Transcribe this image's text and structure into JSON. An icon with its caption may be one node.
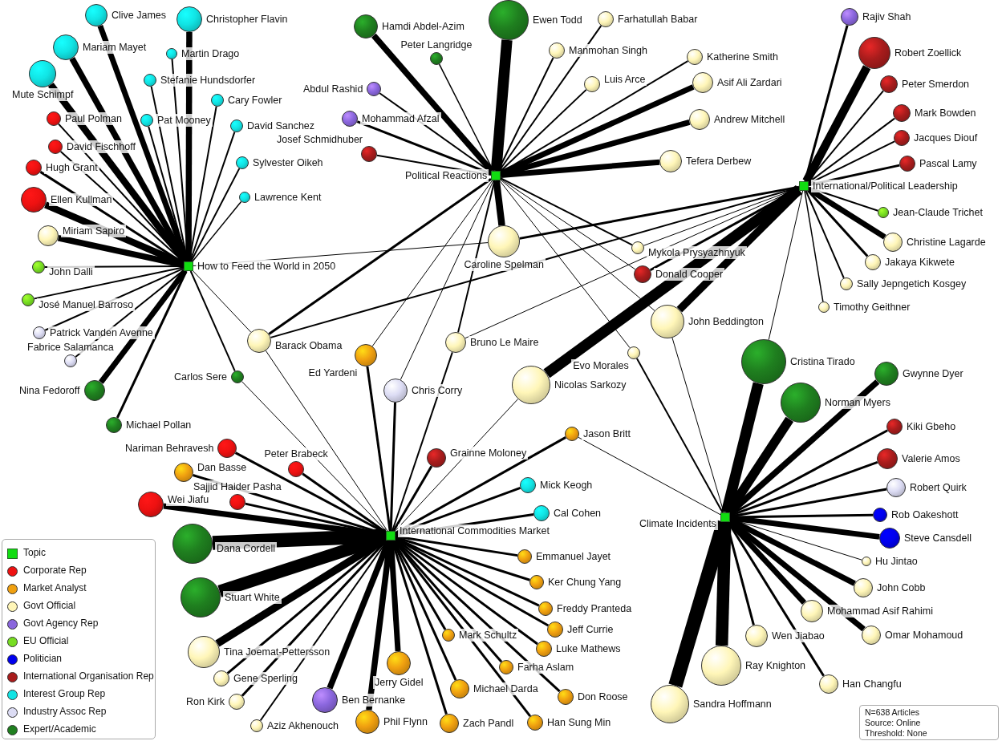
{
  "diagram": {
    "nodes": [
      {
        "text": [],
        "shape": "box",
        "beside": [
          "How to Feed the World in 2050"
        ]
      },
      {
        "text": [],
        "shape": "box",
        "beside": [
          "Political Reactions"
        ]
      },
      {
        "text": [],
        "shape": "box",
        "beside": [
          "International/Political Leadership"
        ]
      },
      {
        "text": [],
        "shape": "box",
        "beside": [
          "International Commodities Market"
        ]
      },
      {
        "text": [],
        "shape": "box",
        "beside": [
          "Climate Incidents"
        ]
      },
      {
        "text": [],
        "shape": "circle",
        "beside": [
          "Clive James"
        ]
      },
      {
        "text": [],
        "shape": "circle",
        "beside": [
          "Christopher Flavin"
        ]
      },
      {
        "text": [],
        "shape": "circle",
        "beside": [
          "Mariam Mayet"
        ]
      },
      {
        "text": [],
        "shape": "circle",
        "beside": [
          "Martin Drago"
        ]
      },
      {
        "text": [],
        "shape": "circle",
        "beside": [
          "Mute Schimpf"
        ]
      },
      {
        "text": [],
        "shape": "circle",
        "beside": [
          "Stefanie Hundsdorfer"
        ]
      },
      {
        "text": [],
        "shape": "circle",
        "beside": [
          "Cary Fowler"
        ]
      },
      {
        "text": [],
        "shape": "circle",
        "beside": [
          "Paul Polman"
        ]
      },
      {
        "text": [],
        "shape": "circle",
        "beside": [
          "Pat Mooney"
        ]
      },
      {
        "text": [],
        "shape": "circle",
        "beside": [
          "David Sanchez"
        ]
      },
      {
        "text": [],
        "shape": "circle",
        "beside": [
          "David Fischhoff"
        ]
      },
      {
        "text": [],
        "shape": "circle",
        "beside": [
          "Hugh Grant"
        ]
      },
      {
        "text": [],
        "shape": "circle",
        "beside": [
          "Sylvester Oikeh"
        ]
      },
      {
        "text": [],
        "shape": "circle",
        "beside": [
          "Ellen Kullman"
        ]
      },
      {
        "text": [],
        "shape": "circle",
        "beside": [
          "Lawrence Kent"
        ]
      },
      {
        "text": [],
        "shape": "circle",
        "beside": [
          "Miriam Sapiro"
        ]
      },
      {
        "text": [],
        "shape": "circle",
        "beside": [
          "John Dalli"
        ]
      },
      {
        "text": [],
        "shape": "circle",
        "beside": [
          "José Manuel Barroso"
        ]
      },
      {
        "text": [],
        "shape": "circle",
        "beside": [
          "Patrick Vanden Avenne"
        ]
      },
      {
        "text": [],
        "shape": "circle",
        "beside": [
          "Fabrice Salamanca"
        ]
      },
      {
        "text": [],
        "shape": "circle",
        "beside": [
          "Nina Fedoroff"
        ]
      },
      {
        "text": [],
        "shape": "circle",
        "beside": [
          "Michael Pollan"
        ]
      },
      {
        "text": [],
        "shape": "circle",
        "beside": [
          "Carlos Sere"
        ]
      },
      {
        "text": [],
        "shape": "circle",
        "beside": [
          "Barack Obama"
        ]
      },
      {
        "text": [],
        "shape": "circle",
        "beside": [
          "Hamdi Abdel-Azim"
        ]
      },
      {
        "text": [],
        "shape": "circle",
        "beside": [
          "Ewen Todd"
        ]
      },
      {
        "text": [],
        "shape": "circle",
        "beside": [
          "Farhatullah Babar"
        ]
      },
      {
        "text": [],
        "shape": "circle",
        "beside": [
          "Peter Langridge"
        ]
      },
      {
        "text": [],
        "shape": "circle",
        "beside": [
          "Manmohan Singh"
        ]
      },
      {
        "text": [],
        "shape": "circle",
        "beside": [
          "Katherine Smith"
        ]
      },
      {
        "text": [],
        "shape": "circle",
        "beside": [
          "Abdul Rashid"
        ]
      },
      {
        "text": [],
        "shape": "circle",
        "beside": [
          "Luis Arce"
        ]
      },
      {
        "text": [],
        "shape": "circle",
        "beside": [
          "Asif Ali Zardari"
        ]
      },
      {
        "text": [],
        "shape": "circle",
        "beside": [
          "Mohammad Afzal"
        ]
      },
      {
        "text": [],
        "shape": "circle",
        "beside": [
          "Andrew Mitchell"
        ]
      },
      {
        "text": [],
        "shape": "circle",
        "beside": [
          "Josef Schmidhuber"
        ]
      },
      {
        "text": [],
        "shape": "circle",
        "beside": [
          "Tefera Derbew"
        ]
      },
      {
        "text": [],
        "shape": "circle",
        "beside": [
          "Caroline Spelman"
        ]
      },
      {
        "text": [],
        "shape": "circle",
        "beside": [
          "Mykola Prysyazhnyuk"
        ]
      },
      {
        "text": [],
        "shape": "circle",
        "beside": [
          "Donald Cooper"
        ]
      },
      {
        "text": [],
        "shape": "circle",
        "beside": [
          "John Beddington"
        ]
      },
      {
        "text": [],
        "shape": "circle",
        "beside": [
          "Evo Morales"
        ]
      },
      {
        "text": [],
        "shape": "circle",
        "beside": [
          "Rajiv Shah"
        ]
      },
      {
        "text": [],
        "shape": "circle",
        "beside": [
          "Robert Zoellick"
        ]
      },
      {
        "text": [],
        "shape": "circle",
        "beside": [
          "Peter Smerdon"
        ]
      },
      {
        "text": [],
        "shape": "circle",
        "beside": [
          "Mark Bowden"
        ]
      },
      {
        "text": [],
        "shape": "circle",
        "beside": [
          "Jacques Diouf"
        ]
      },
      {
        "text": [],
        "shape": "circle",
        "beside": [
          "Pascal Lamy"
        ]
      },
      {
        "text": [],
        "shape": "circle",
        "beside": [
          "Jean-Claude Trichet"
        ]
      },
      {
        "text": [],
        "shape": "circle",
        "beside": [
          "Christine Lagarde"
        ]
      },
      {
        "text": [],
        "shape": "circle",
        "beside": [
          "Jakaya Kikwete"
        ]
      },
      {
        "text": [],
        "shape": "circle",
        "beside": [
          "Sally Jepngetich Kosgey"
        ]
      },
      {
        "text": [],
        "shape": "circle",
        "beside": [
          "Timothy Geithner"
        ]
      },
      {
        "text": [],
        "shape": "circle",
        "beside": [
          "Ed Yardeni"
        ]
      },
      {
        "text": [],
        "shape": "circle",
        "beside": [
          "Bruno Le Maire"
        ]
      },
      {
        "text": [],
        "shape": "circle",
        "beside": [
          "Chris Corry"
        ]
      },
      {
        "text": [],
        "shape": "circle",
        "beside": [
          "Nicolas Sarkozy"
        ]
      },
      {
        "text": [],
        "shape": "circle",
        "beside": [
          "Cristina Tirado"
        ]
      },
      {
        "text": [],
        "shape": "circle",
        "beside": [
          "Gwynne Dyer"
        ]
      },
      {
        "text": [],
        "shape": "circle",
        "beside": [
          "Norman Myers"
        ]
      },
      {
        "text": [],
        "shape": "circle",
        "beside": [
          "Jason Britt"
        ]
      },
      {
        "text": [],
        "shape": "circle",
        "beside": [
          "Grainne Moloney"
        ]
      },
      {
        "text": [],
        "shape": "circle",
        "beside": [
          "Kiki Gbeho"
        ]
      },
      {
        "text": [],
        "shape": "circle",
        "beside": [
          "Valerie Amos"
        ]
      },
      {
        "text": [],
        "shape": "circle",
        "beside": [
          "Nariman Behravesh"
        ]
      },
      {
        "text": [],
        "shape": "circle",
        "beside": [
          "Dan Basse"
        ]
      },
      {
        "text": [],
        "shape": "circle",
        "beside": [
          "Peter Brabeck"
        ]
      },
      {
        "text": [],
        "shape": "circle",
        "beside": [
          "Mick Keogh"
        ]
      },
      {
        "text": [],
        "shape": "circle",
        "beside": [
          "Robert Quirk"
        ]
      },
      {
        "text": [],
        "shape": "circle",
        "beside": [
          "Wei Jiafu"
        ]
      },
      {
        "text": [],
        "shape": "circle",
        "beside": [
          "Sajjid Haider Pasha"
        ]
      },
      {
        "text": [],
        "shape": "circle",
        "beside": [
          "Cal Cohen"
        ]
      },
      {
        "text": [],
        "shape": "circle",
        "beside": [
          "Rob Oakeshott"
        ]
      },
      {
        "text": [],
        "shape": "circle",
        "beside": [
          "Steve Cansdell"
        ]
      },
      {
        "text": [],
        "shape": "circle",
        "beside": [
          "Dana Cordell"
        ]
      },
      {
        "text": [],
        "shape": "circle",
        "beside": [
          "Emmanuel Jayet"
        ]
      },
      {
        "text": [],
        "shape": "circle",
        "beside": [
          "Hu Jintao"
        ]
      },
      {
        "text": [],
        "shape": "circle",
        "beside": [
          "Ker Chung Yang"
        ]
      },
      {
        "text": [],
        "shape": "circle",
        "beside": [
          "John Cobb"
        ]
      },
      {
        "text": [],
        "shape": "circle",
        "beside": [
          "Stuart White"
        ]
      },
      {
        "text": [],
        "shape": "circle",
        "beside": [
          "Freddy Pranteda"
        ]
      },
      {
        "text": [],
        "shape": "circle",
        "beside": [
          "Mohammad Asif Rahimi"
        ]
      },
      {
        "text": [],
        "shape": "circle",
        "beside": [
          "Jeff Currie"
        ]
      },
      {
        "text": [],
        "shape": "circle",
        "beside": [
          "Mark Schultz"
        ]
      },
      {
        "text": [],
        "shape": "circle",
        "beside": [
          "Wen Jiabao"
        ]
      },
      {
        "text": [],
        "shape": "circle",
        "beside": [
          "Omar Mohamoud"
        ]
      },
      {
        "text": [],
        "shape": "circle",
        "beside": [
          "Luke Mathews"
        ]
      },
      {
        "text": [],
        "shape": "circle",
        "beside": [
          "Tina Joemat-Pettersson"
        ]
      },
      {
        "text": [],
        "shape": "circle",
        "beside": [
          "Jerry Gidel"
        ]
      },
      {
        "text": [],
        "shape": "circle",
        "beside": [
          "Ray Knighton"
        ]
      },
      {
        "text": [],
        "shape": "circle",
        "beside": [
          "Farha Aslam"
        ]
      },
      {
        "text": [],
        "shape": "circle",
        "beside": [
          "Gene Sperling"
        ]
      },
      {
        "text": [],
        "shape": "circle",
        "beside": [
          "Han Changfu"
        ]
      },
      {
        "text": [],
        "shape": "circle",
        "beside": [
          "Michael Darda"
        ]
      },
      {
        "text": [],
        "shape": "circle",
        "beside": [
          "Don Roose"
        ]
      },
      {
        "text": [],
        "shape": "circle",
        "beside": [
          "Ben Bernanke"
        ]
      },
      {
        "text": [],
        "shape": "circle",
        "beside": [
          "Ron Kirk"
        ]
      },
      {
        "text": [],
        "shape": "circle",
        "beside": [
          "Sandra Hoffmann"
        ]
      },
      {
        "text": [],
        "shape": "circle",
        "beside": [
          "Han Sung Min"
        ]
      },
      {
        "text": [],
        "shape": "circle",
        "beside": [
          "Phil Flynn"
        ]
      },
      {
        "text": [],
        "shape": "circle",
        "beside": [
          "Zach Pandl"
        ]
      },
      {
        "text": [],
        "shape": "circle",
        "beside": [
          "Aziz Akhenouch"
        ]
      }
    ],
    "edges": [
      {
        "from": 5,
        "to": 0,
        "arrow": "none",
        "style": "thick"
      },
      {
        "from": 6,
        "to": 0,
        "arrow": "none",
        "style": "thick"
      },
      {
        "from": 7,
        "to": 0,
        "arrow": "none",
        "style": "thick"
      },
      {
        "from": 8,
        "to": 0,
        "arrow": "none"
      },
      {
        "from": 9,
        "to": 0,
        "arrow": "none",
        "style": "thick"
      },
      {
        "from": 10,
        "to": 0,
        "arrow": "none"
      },
      {
        "from": 11,
        "to": 0,
        "arrow": "none"
      },
      {
        "from": 12,
        "to": 0,
        "arrow": "none"
      },
      {
        "from": 13,
        "to": 0,
        "arrow": "none"
      },
      {
        "from": 14,
        "to": 0,
        "arrow": "none"
      },
      {
        "from": 15,
        "to": 0,
        "arrow": "none"
      },
      {
        "from": 16,
        "to": 0,
        "arrow": "none"
      },
      {
        "from": 17,
        "to": 0,
        "arrow": "none"
      },
      {
        "from": 18,
        "to": 0,
        "arrow": "none",
        "style": "thick"
      },
      {
        "from": 19,
        "to": 0,
        "arrow": "none"
      },
      {
        "from": 20,
        "to": 0,
        "arrow": "none",
        "style": "thick"
      },
      {
        "from": 21,
        "to": 0,
        "arrow": "none"
      },
      {
        "from": 22,
        "to": 0,
        "arrow": "none"
      },
      {
        "from": 23,
        "to": 0,
        "arrow": "none"
      },
      {
        "from": 24,
        "to": 0,
        "arrow": "none"
      },
      {
        "from": 25,
        "to": 0,
        "arrow": "none",
        "style": "thick"
      },
      {
        "from": 26,
        "to": 0,
        "arrow": "none"
      },
      {
        "from": 27,
        "to": 0,
        "arrow": "none"
      },
      {
        "from": 27,
        "to": 3,
        "arrow": "none"
      },
      {
        "from": 28,
        "to": 0,
        "arrow": "none"
      },
      {
        "from": 28,
        "to": 1,
        "arrow": "none"
      },
      {
        "from": 28,
        "to": 2,
        "arrow": "none"
      },
      {
        "from": 28,
        "to": 3,
        "arrow": "none"
      },
      {
        "from": 29,
        "to": 1,
        "arrow": "none",
        "style": "thick"
      },
      {
        "from": 30,
        "to": 1,
        "arrow": "none",
        "style": "thick"
      },
      {
        "from": 31,
        "to": 1,
        "arrow": "none"
      },
      {
        "from": 32,
        "to": 1,
        "arrow": "none"
      },
      {
        "from": 33,
        "to": 1,
        "arrow": "none"
      },
      {
        "from": 34,
        "to": 1,
        "arrow": "none"
      },
      {
        "from": 35,
        "to": 1,
        "arrow": "none"
      },
      {
        "from": 36,
        "to": 1,
        "arrow": "none"
      },
      {
        "from": 37,
        "to": 1,
        "arrow": "none",
        "style": "thick"
      },
      {
        "from": 38,
        "to": 1,
        "arrow": "none"
      },
      {
        "from": 39,
        "to": 1,
        "arrow": "none",
        "style": "thick"
      },
      {
        "from": 40,
        "to": 1,
        "arrow": "none"
      },
      {
        "from": 41,
        "to": 1,
        "arrow": "none",
        "style": "thick"
      },
      {
        "from": 42,
        "to": 1,
        "arrow": "none",
        "style": "thick"
      },
      {
        "from": 42,
        "to": 0,
        "arrow": "none"
      },
      {
        "from": 42,
        "to": 2,
        "arrow": "none"
      },
      {
        "from": 43,
        "to": 1,
        "arrow": "none"
      },
      {
        "from": 43,
        "to": 2,
        "arrow": "none"
      },
      {
        "from": 44,
        "to": 1,
        "arrow": "none"
      },
      {
        "from": 44,
        "to": 2,
        "arrow": "none"
      },
      {
        "from": 45,
        "to": 2,
        "arrow": "none",
        "style": "thick"
      },
      {
        "from": 45,
        "to": 1,
        "arrow": "none"
      },
      {
        "from": 45,
        "to": 4,
        "arrow": "none"
      },
      {
        "from": 46,
        "to": 1,
        "arrow": "none"
      },
      {
        "from": 46,
        "to": 4,
        "arrow": "none"
      },
      {
        "from": 47,
        "to": 2,
        "arrow": "none"
      },
      {
        "from": 48,
        "to": 2,
        "arrow": "none",
        "style": "thick"
      },
      {
        "from": 49,
        "to": 2,
        "arrow": "none"
      },
      {
        "from": 50,
        "to": 2,
        "arrow": "none"
      },
      {
        "from": 51,
        "to": 2,
        "arrow": "none"
      },
      {
        "from": 52,
        "to": 2,
        "arrow": "none"
      },
      {
        "from": 53,
        "to": 2,
        "arrow": "none"
      },
      {
        "from": 54,
        "to": 2,
        "arrow": "none",
        "style": "thick"
      },
      {
        "from": 55,
        "to": 2,
        "arrow": "none"
      },
      {
        "from": 56,
        "to": 2,
        "arrow": "none"
      },
      {
        "from": 57,
        "to": 2,
        "arrow": "none"
      },
      {
        "from": 58,
        "to": 3,
        "arrow": "none"
      },
      {
        "from": 58,
        "to": 1,
        "arrow": "none"
      },
      {
        "from": 59,
        "to": 1,
        "arrow": "none"
      },
      {
        "from": 59,
        "to": 3,
        "arrow": "none"
      },
      {
        "from": 59,
        "to": 2,
        "arrow": "none"
      },
      {
        "from": 60,
        "to": 3,
        "arrow": "none"
      },
      {
        "from": 60,
        "to": 1,
        "arrow": "none"
      },
      {
        "from": 61,
        "to": 2,
        "arrow": "none",
        "style": "thick"
      },
      {
        "from": 61,
        "to": 3,
        "arrow": "none"
      },
      {
        "from": 62,
        "to": 4,
        "arrow": "none",
        "style": "thick"
      },
      {
        "from": 62,
        "to": 2,
        "arrow": "none"
      },
      {
        "from": 63,
        "to": 4,
        "arrow": "none",
        "style": "thick"
      },
      {
        "from": 64,
        "to": 4,
        "arrow": "none",
        "style": "thick"
      },
      {
        "from": 65,
        "to": 3,
        "arrow": "none"
      },
      {
        "from": 65,
        "to": 4,
        "arrow": "none"
      },
      {
        "from": 66,
        "to": 3,
        "arrow": "none"
      },
      {
        "from": 67,
        "to": 4,
        "arrow": "none"
      },
      {
        "from": 68,
        "to": 4,
        "arrow": "none"
      },
      {
        "from": 69,
        "to": 3,
        "arrow": "none"
      },
      {
        "from": 70,
        "to": 3,
        "arrow": "none"
      },
      {
        "from": 71,
        "to": 3,
        "arrow": "none"
      },
      {
        "from": 72,
        "to": 3,
        "arrow": "none"
      },
      {
        "from": 73,
        "to": 4,
        "arrow": "none"
      },
      {
        "from": 74,
        "to": 3,
        "arrow": "none",
        "style": "thick"
      },
      {
        "from": 75,
        "to": 3,
        "arrow": "none"
      },
      {
        "from": 76,
        "to": 3,
        "arrow": "none"
      },
      {
        "from": 77,
        "to": 4,
        "arrow": "none"
      },
      {
        "from": 78,
        "to": 4,
        "arrow": "none",
        "style": "thick"
      },
      {
        "from": 79,
        "to": 3,
        "arrow": "none",
        "style": "thick"
      },
      {
        "from": 80,
        "to": 3,
        "arrow": "none"
      },
      {
        "from": 81,
        "to": 4,
        "arrow": "none"
      },
      {
        "from": 82,
        "to": 3,
        "arrow": "none"
      },
      {
        "from": 83,
        "to": 4,
        "arrow": "none",
        "style": "thick"
      },
      {
        "from": 84,
        "to": 3,
        "arrow": "none",
        "style": "thick"
      },
      {
        "from": 85,
        "to": 3,
        "arrow": "none"
      },
      {
        "from": 86,
        "to": 4,
        "arrow": "none",
        "style": "thick"
      },
      {
        "from": 87,
        "to": 3,
        "arrow": "none"
      },
      {
        "from": 88,
        "to": 3,
        "arrow": "none"
      },
      {
        "from": 89,
        "to": 4,
        "arrow": "none"
      },
      {
        "from": 90,
        "to": 4,
        "arrow": "none",
        "style": "thick"
      },
      {
        "from": 91,
        "to": 3,
        "arrow": "none"
      },
      {
        "from": 92,
        "to": 3,
        "arrow": "none",
        "style": "thick"
      },
      {
        "from": 93,
        "to": 3,
        "arrow": "none",
        "style": "thick"
      },
      {
        "from": 94,
        "to": 4,
        "arrow": "none",
        "style": "thick"
      },
      {
        "from": 95,
        "to": 3,
        "arrow": "none"
      },
      {
        "from": 96,
        "to": 3,
        "arrow": "none"
      },
      {
        "from": 97,
        "to": 4,
        "arrow": "none"
      },
      {
        "from": 98,
        "to": 3,
        "arrow": "none"
      },
      {
        "from": 99,
        "to": 3,
        "arrow": "none"
      },
      {
        "from": 100,
        "to": 3,
        "arrow": "none",
        "style": "thick"
      },
      {
        "from": 101,
        "to": 3,
        "arrow": "none"
      },
      {
        "from": 102,
        "to": 4,
        "arrow": "none",
        "style": "thick"
      },
      {
        "from": 103,
        "to": 3,
        "arrow": "none"
      },
      {
        "from": 104,
        "to": 3,
        "arrow": "none",
        "style": "thick"
      },
      {
        "from": 105,
        "to": 3,
        "arrow": "none"
      },
      {
        "from": 106,
        "to": 3,
        "arrow": "none"
      }
    ],
    "labels": [
      "N=638 Articles",
      "Source: Online",
      "Threshold: None"
    ],
    "legend": [
      {
        "text": "Topic",
        "color": "#11dd11"
      },
      {
        "text": "Corporate Rep",
        "color": "#ee1111"
      },
      {
        "text": "Market Analyst",
        "color": "#f0a010"
      },
      {
        "text": "Govt Official",
        "color": "#fff6b8"
      },
      {
        "text": "Govt Agency Rep",
        "color": "#8a66dd"
      },
      {
        "text": "EU Official",
        "color": "#77dd22"
      },
      {
        "text": "Politician",
        "color": "#0000ee"
      },
      {
        "text": "International Organisation Rep",
        "color": "#a81c1c"
      },
      {
        "text": "Interest Group Rep",
        "color": "#11e4e4"
      },
      {
        "text": "Industry Assoc Rep",
        "color": "#dcdcf4"
      },
      {
        "text": "Expert/Academic",
        "color": "#1f7f1f"
      }
    ]
  }
}
